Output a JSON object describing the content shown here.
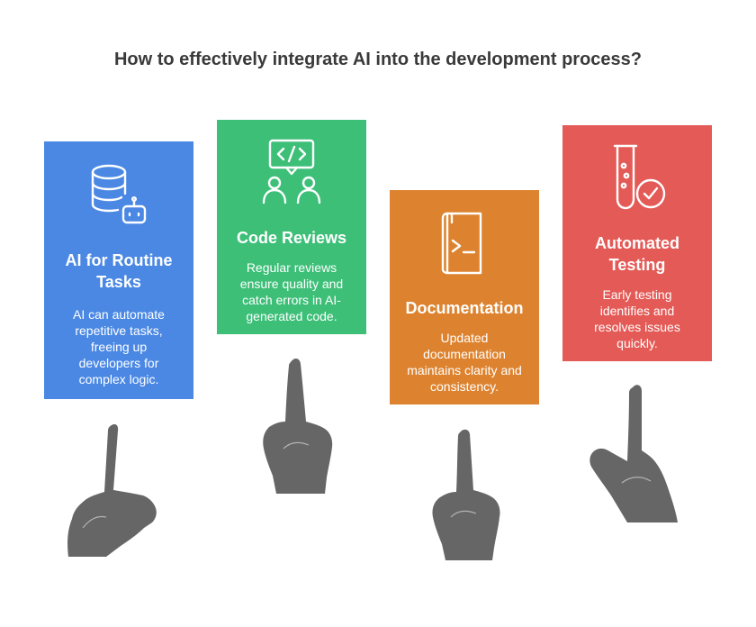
{
  "title": "How to effectively integrate AI into the development process?",
  "colors": {
    "routine": "#4a88e4",
    "reviews": "#3dbf78",
    "docs": "#dd832f",
    "testing": "#e45a56",
    "hand": "#666666",
    "title_text": "#3a3a3a"
  },
  "cards": [
    {
      "icon": "database-bot-icon",
      "title_lines": [
        "AI for Routine",
        "Tasks"
      ],
      "desc_lines": [
        "AI can automate",
        "repetitive tasks,",
        "freeing up",
        "developers for",
        "complex logic."
      ]
    },
    {
      "icon": "code-review-people-icon",
      "title_lines": [
        "Code Reviews"
      ],
      "desc_lines": [
        "Regular reviews",
        "ensure quality and",
        "catch errors in AI-",
        "generated code."
      ]
    },
    {
      "icon": "terminal-book-icon",
      "title_lines": [
        "Documentation"
      ],
      "desc_lines": [
        "Updated",
        "documentation",
        "maintains clarity and",
        "consistency."
      ]
    },
    {
      "icon": "test-tube-check-icon",
      "title_lines": [
        "Automated",
        "Testing"
      ],
      "desc_lines": [
        "Early testing",
        "identifies and",
        "resolves issues",
        "quickly."
      ]
    }
  ]
}
